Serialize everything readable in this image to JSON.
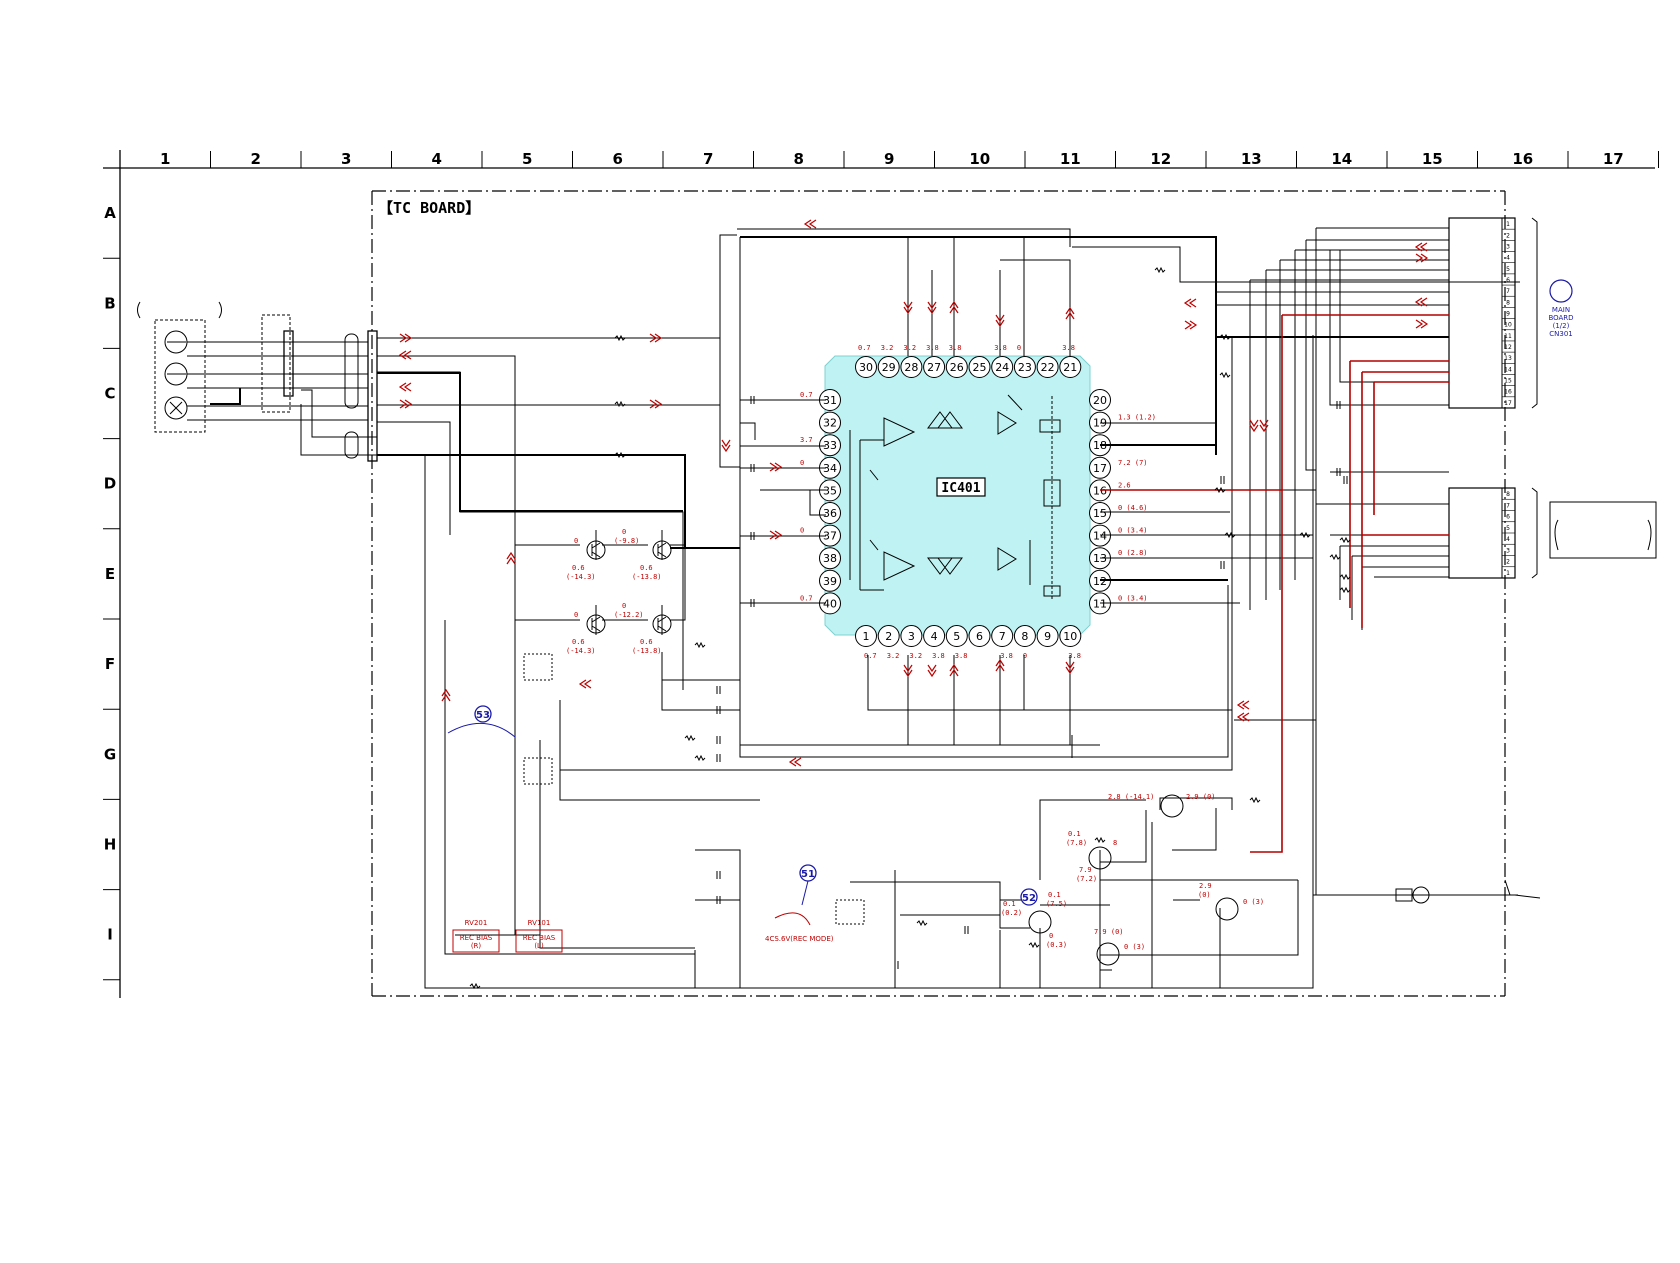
{
  "columns": [
    "1",
    "2",
    "3",
    "4",
    "5",
    "6",
    "7",
    "8",
    "9",
    "10",
    "11",
    "12",
    "13",
    "14",
    "15",
    "16",
    "17"
  ],
  "rows": [
    "A",
    "B",
    "C",
    "D",
    "E",
    "F",
    "G",
    "H",
    "I"
  ],
  "board_title": "【TC BOARD】",
  "ic": {
    "name": "IC401",
    "top_pins": [
      "30",
      "29",
      "28",
      "27",
      "26",
      "25",
      "24",
      "23",
      "22",
      "21"
    ],
    "top_volts": [
      "0.7",
      "3.2",
      "3.2",
      "3.8",
      "3.8",
      "",
      "3.8",
      "0",
      "",
      "3.8"
    ],
    "left_pins": [
      "31",
      "32",
      "33",
      "34",
      "35",
      "36",
      "37",
      "38",
      "39",
      "40"
    ],
    "left_volts": [
      "0.7",
      "",
      "3.7",
      "0",
      "",
      "",
      "0",
      "",
      "",
      "0.7"
    ],
    "right_pins": [
      "20",
      "19",
      "18",
      "17",
      "16",
      "15",
      "14",
      "13",
      "12",
      "11"
    ],
    "right_volts": [
      "",
      "1.3 (1.2)",
      "",
      "7.2 (7)",
      "2.6",
      "0 (4.6)",
      "0 (3.4)",
      "0 (2.8)",
      "",
      "0 (3.4)"
    ],
    "bottom_pins": [
      "1",
      "2",
      "3",
      "4",
      "5",
      "6",
      "7",
      "8",
      "9",
      "10"
    ],
    "bottom_volts": [
      "0.7",
      "3.2",
      "3.2",
      "3.8",
      "3.8",
      "",
      "3.8",
      "0",
      "",
      "3.8"
    ]
  },
  "connector_top": {
    "pins": [
      "1",
      "2",
      "3",
      "4",
      "5",
      "6",
      "7",
      "8",
      "9",
      "10",
      "11",
      "12",
      "13",
      "14",
      "15",
      "16",
      "17"
    ],
    "label_lines": [
      "MAIN",
      "BOARD",
      "(1/2)",
      "CN301"
    ]
  },
  "connector_bottom": {
    "pins": [
      "8",
      "7",
      "6",
      "5",
      "4",
      "3",
      "2",
      "1"
    ]
  },
  "transistor_volts": [
    {
      "a": "0",
      "b": "0.6",
      "c": "(-14.3)"
    },
    {
      "a": "0",
      "b": "(-9.8)",
      "c": "0.6",
      "d": "(-13.8)"
    },
    {
      "a": "0",
      "b": "0.6",
      "c": "(-14.3)"
    },
    {
      "a": "0",
      "b": "(-12.2)",
      "c": "0.6",
      "d": "(-13.8)"
    }
  ],
  "right_transistor_volts": {
    "q1": [
      "2.8 (-14.1)",
      "2.9 (0)"
    ],
    "q2": [
      "0.1",
      "(7.8)",
      "8",
      "7.9",
      "(7.2)"
    ],
    "q3": [
      "2.9",
      "(0)",
      "0 (3)"
    ],
    "q4": [
      "7.9 (0)",
      "0 (3)"
    ],
    "q5": [
      "0.1",
      "(0.2)",
      "0.1",
      "(7.5)",
      "0",
      "(0.3)"
    ]
  },
  "markers": [
    "51",
    "52",
    "53"
  ],
  "rec_bias": [
    {
      "id": "RV201",
      "line1": "REC BIAS",
      "line2": "(R)"
    },
    {
      "id": "RV101",
      "line1": "REC BIAS",
      "line2": "(L)"
    }
  ],
  "mode_note": "4CS.6V(REC MODE)",
  "colors": {
    "ic_fill": "#bff3f3",
    "red_line": "#b30000",
    "annotation": "#c00000",
    "marker_blue": "#1a1aa8",
    "ink": "#000000"
  }
}
